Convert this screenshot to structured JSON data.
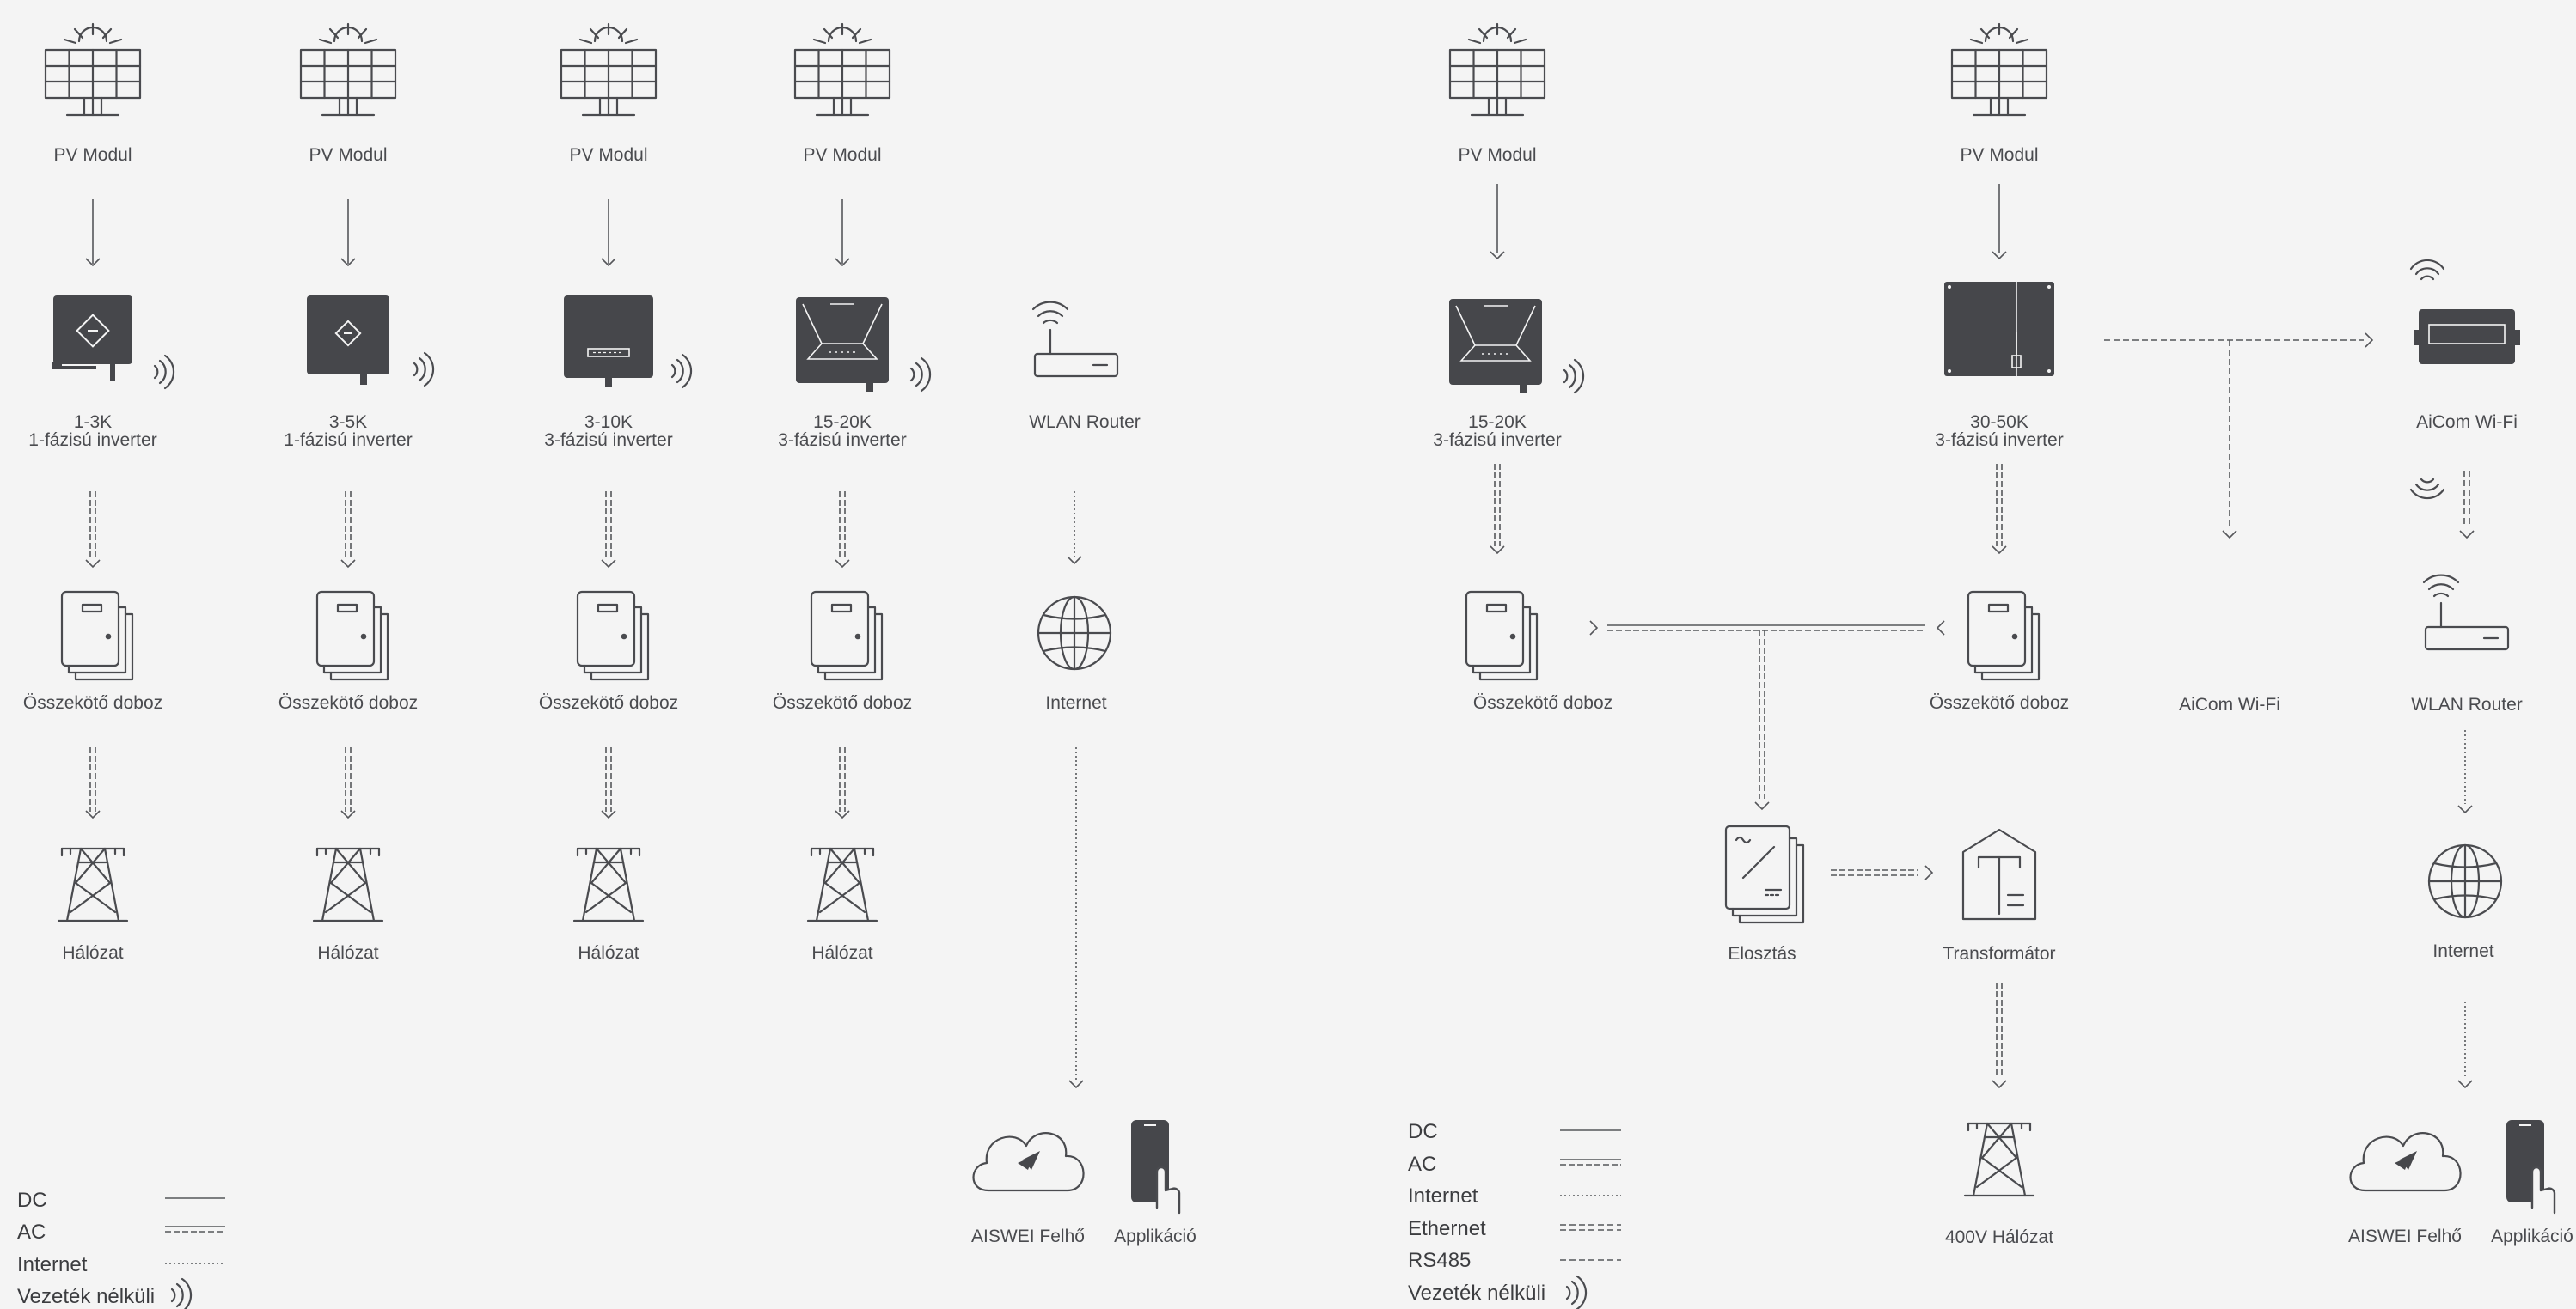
{
  "labels": {
    "pv_module": "PV Modul",
    "inverter_1_3k": "1-3K",
    "inverter_3_5k": "3-5K",
    "inverter_3_10k": "3-10K",
    "inverter_15_20k": "15-20K",
    "inverter_30_50k": "30-50K",
    "single_phase_inverter": "1-fázisú inverter",
    "three_phase_inverter": "3-fázisú inverter",
    "wlan_router": "WLAN Router",
    "junction_box": "Összekötő doboz",
    "internet": "Internet",
    "grid": "Hálózat",
    "cloud": "AISWEI Felhő",
    "app": "Applikáció",
    "aicom_wifi": "AiCom Wi-Fi",
    "distribution": "Elosztás",
    "transformer": "Transformátor",
    "grid_400v": "400V Hálózat"
  },
  "legend": {
    "dc": "DC",
    "ac": "AC",
    "internet": "Internet",
    "ethernet": "Ethernet",
    "rs485": "RS485",
    "wireless": "Vezeték nélküli"
  },
  "colors": {
    "background": "#f4f4f4",
    "icon_dark": "#46474b",
    "line": "#55565a",
    "text": "#4a4b4f"
  }
}
